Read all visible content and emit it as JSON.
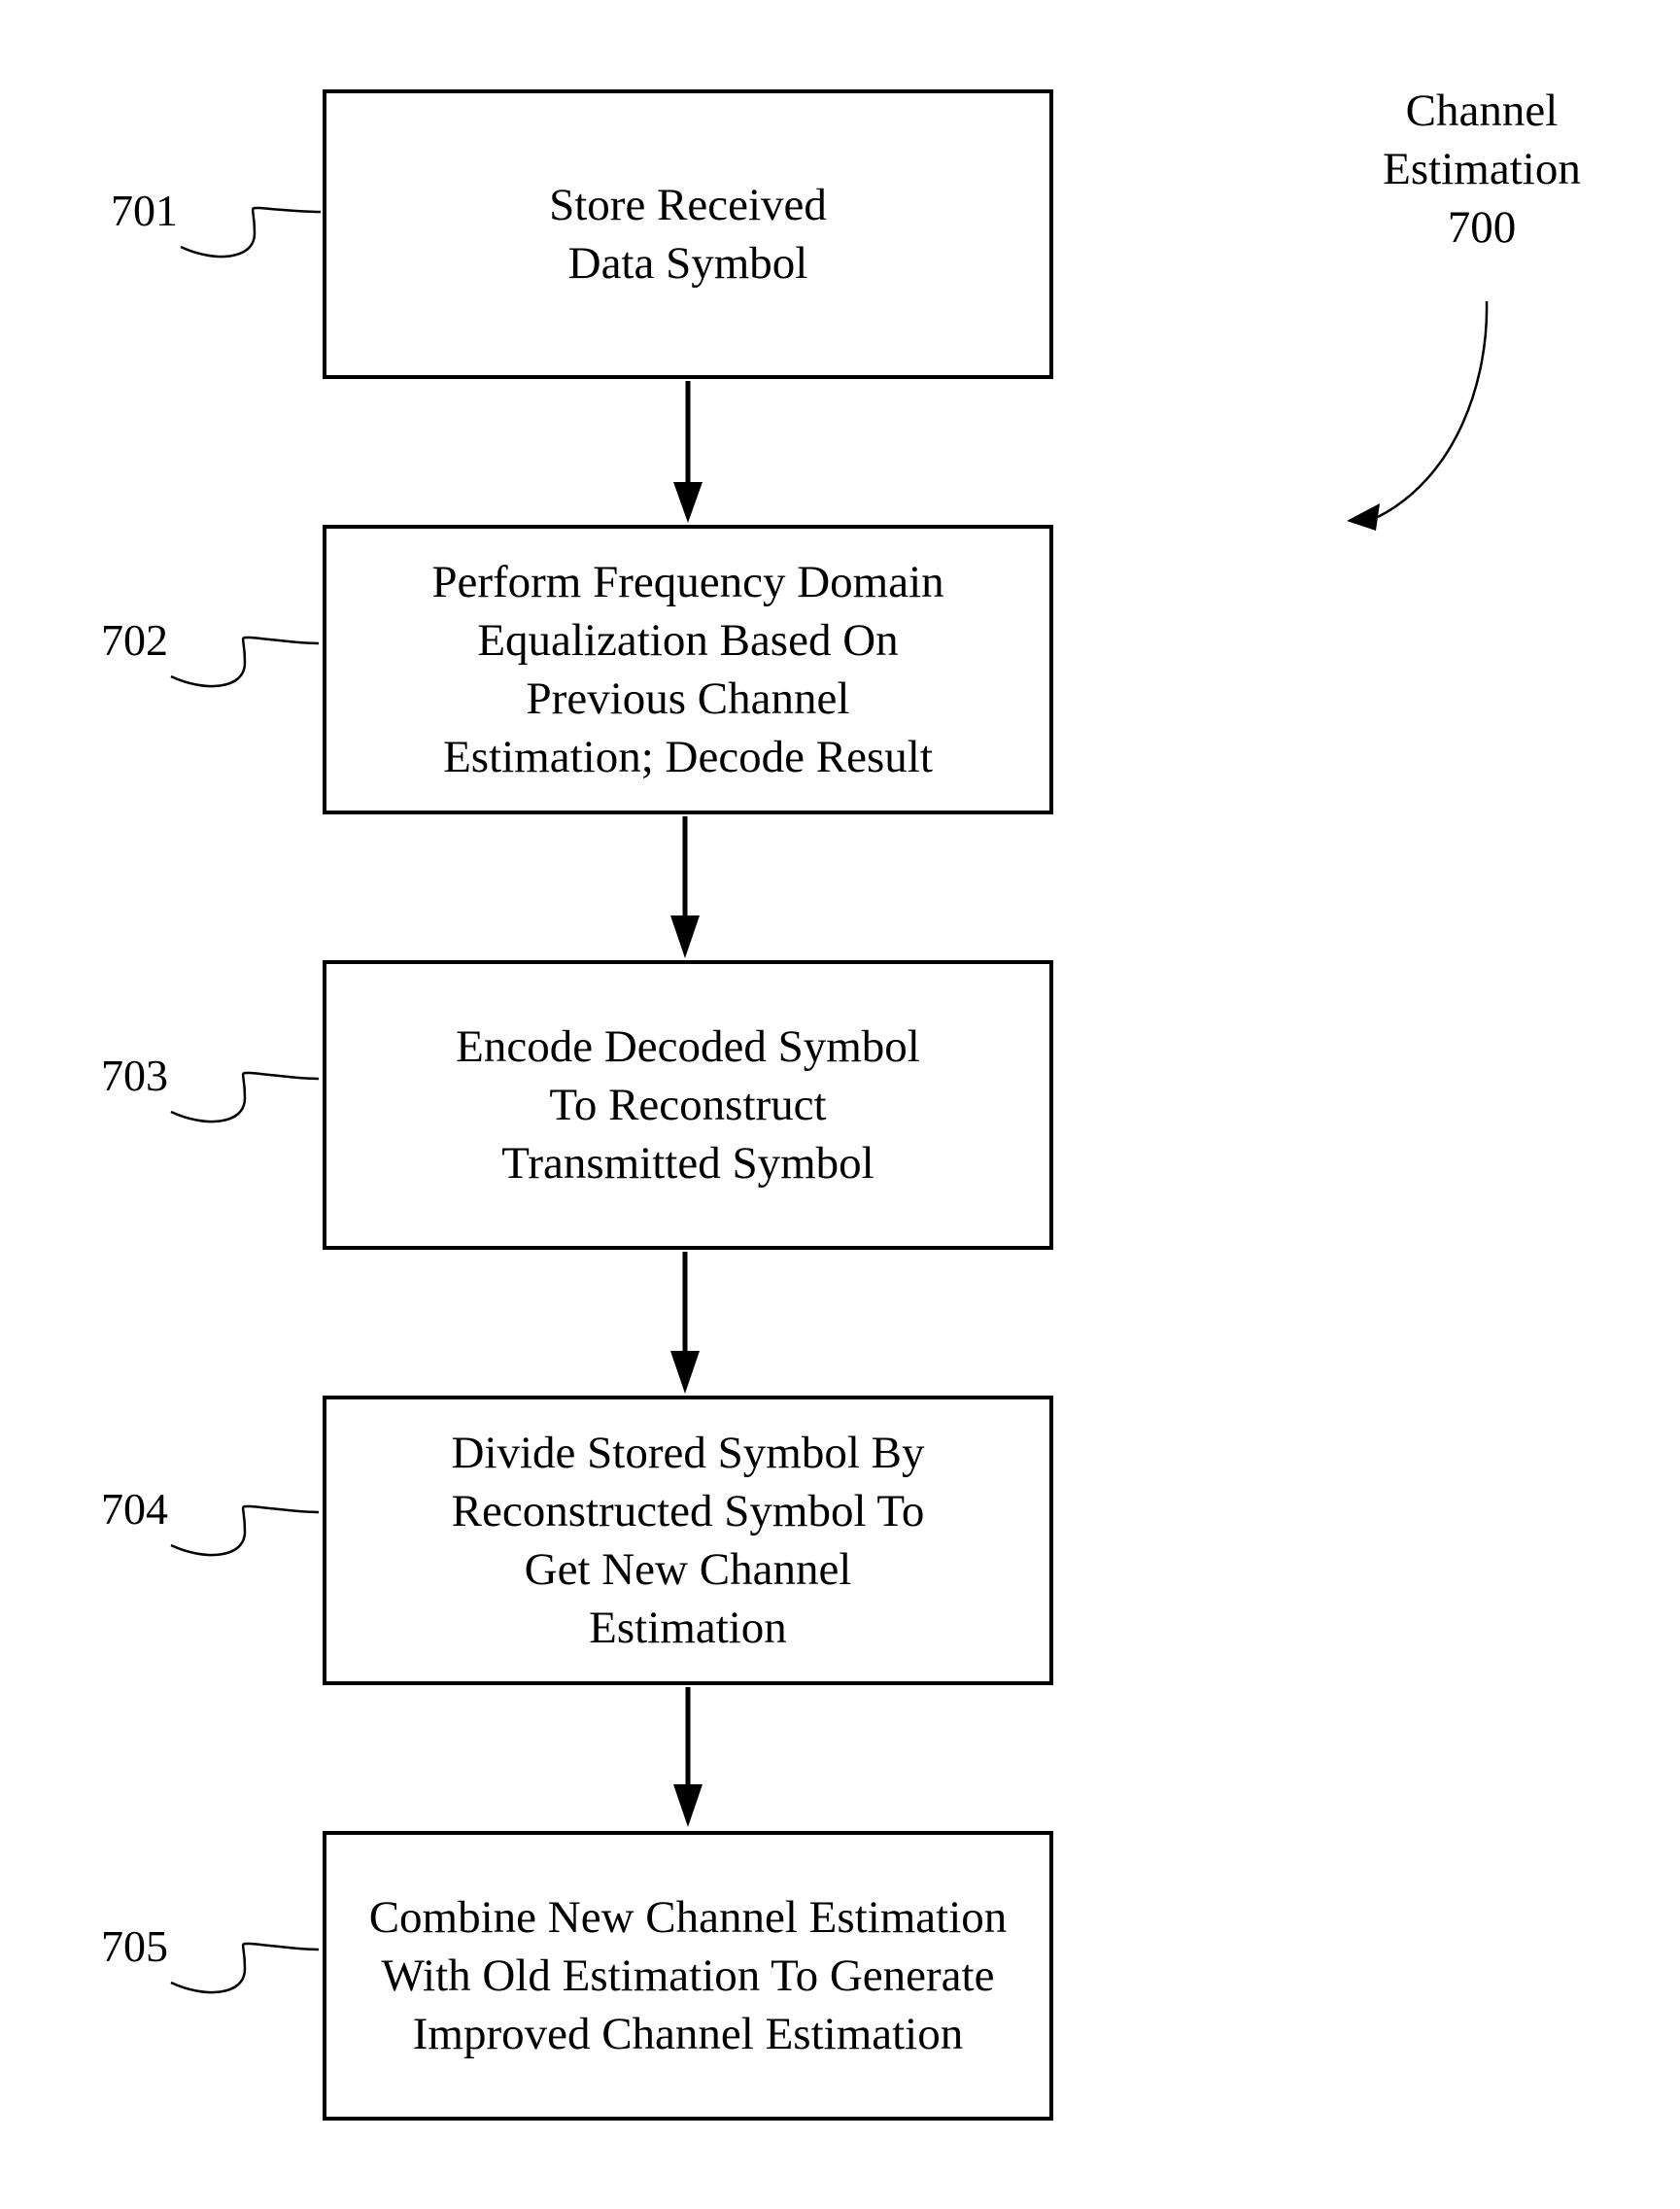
{
  "title": {
    "line1": "Channel",
    "line2": "Estimation",
    "number": "700"
  },
  "steps": [
    {
      "ref": "701",
      "text": "Store Received\nData Symbol"
    },
    {
      "ref": "702",
      "text": "Perform Frequency Domain\nEqualization Based On\nPrevious Channel\nEstimation; Decode Result"
    },
    {
      "ref": "703",
      "text": "Encode Decoded Symbol\nTo Reconstruct\nTransmitted Symbol"
    },
    {
      "ref": "704",
      "text": "Divide Stored Symbol By\nReconstructed Symbol To\nGet New Channel\nEstimation"
    },
    {
      "ref": "705",
      "text": "Combine New Channel Estimation\nWith Old Estimation To Generate\nImproved Channel Estimation"
    }
  ]
}
